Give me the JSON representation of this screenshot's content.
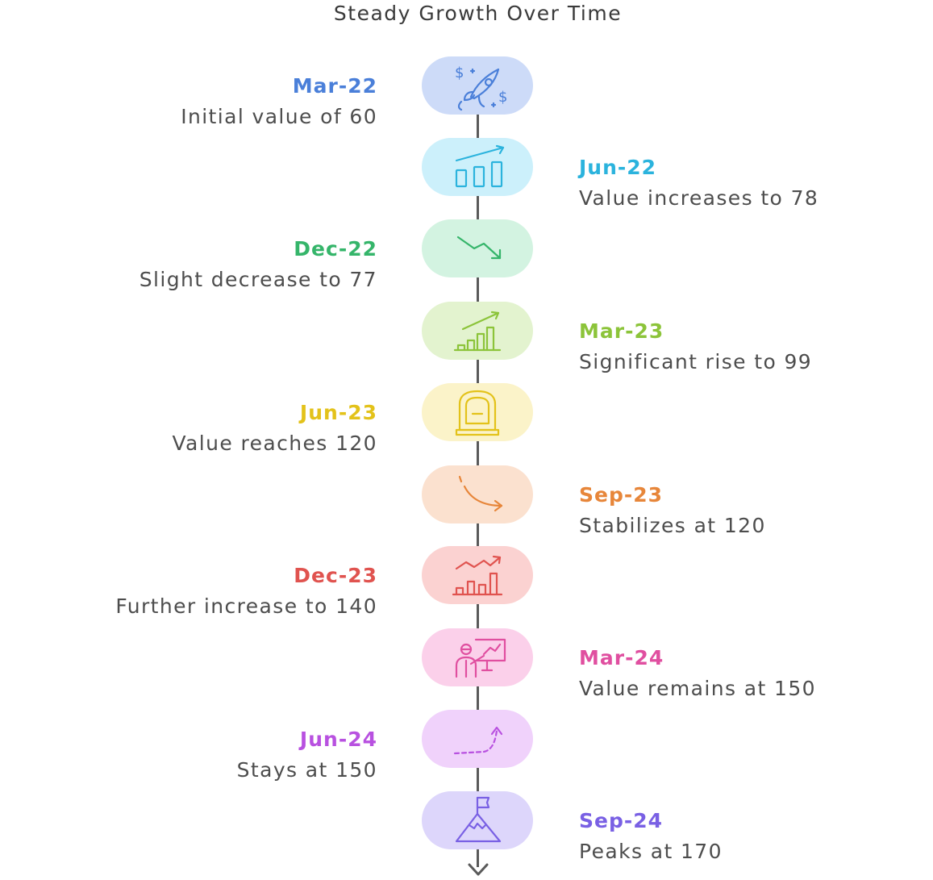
{
  "title": "Steady Growth Over Time",
  "events": [
    {
      "date": "Mar-22",
      "description": "Initial value of 60",
      "side": "left",
      "icon": "rocket-money-icon",
      "text_color": "#4a7fd9",
      "bg_color": "#cddbf8",
      "icon_color": "#4a7fd9"
    },
    {
      "date": "Jun-22",
      "description": "Value increases to 78",
      "side": "right",
      "icon": "bar-chart-growth-icon",
      "text_color": "#2bb3dd",
      "bg_color": "#ccf0fb",
      "icon_color": "#2bb3dd"
    },
    {
      "date": "Dec-22",
      "description": "Slight decrease to 77",
      "side": "left",
      "icon": "trend-down-icon",
      "text_color": "#35b56a",
      "bg_color": "#d3f3e1",
      "icon_color": "#35b56a"
    },
    {
      "date": "Mar-23",
      "description": "Significant rise to 99",
      "side": "right",
      "icon": "bar-chart-rise-icon",
      "text_color": "#8cc43a",
      "bg_color": "#e3f3cf",
      "icon_color": "#8cc43a"
    },
    {
      "date": "Jun-23",
      "description": "Value reaches 120",
      "side": "left",
      "icon": "vault-icon",
      "text_color": "#e3c21a",
      "bg_color": "#fbf3c9",
      "icon_color": "#e3c21a"
    },
    {
      "date": "Sep-23",
      "description": "Stabilizes at 120",
      "side": "right",
      "icon": "curved-arrow-icon",
      "text_color": "#e7863a",
      "bg_color": "#fbe1cf",
      "icon_color": "#e7863a"
    },
    {
      "date": "Dec-23",
      "description": "Further increase to 140",
      "side": "left",
      "icon": "growth-chart-icon",
      "text_color": "#e0534f",
      "bg_color": "#fbd2d1",
      "icon_color": "#e0534f"
    },
    {
      "date": "Mar-24",
      "description": "Value remains at 150",
      "side": "right",
      "icon": "presenter-icon",
      "text_color": "#e04fa0",
      "bg_color": "#fbd0ea",
      "icon_color": "#e04fa0"
    },
    {
      "date": "Jun-24",
      "description": "Stays at 150",
      "side": "left",
      "icon": "dashed-arrow-up-icon",
      "text_color": "#b851e0",
      "bg_color": "#f0d2fb",
      "icon_color": "#b851e0"
    },
    {
      "date": "Sep-24",
      "description": "Peaks at 170",
      "side": "right",
      "icon": "mountain-flag-icon",
      "text_color": "#7960e4",
      "bg_color": "#ddd6fb",
      "icon_color": "#7960e4"
    }
  ]
}
